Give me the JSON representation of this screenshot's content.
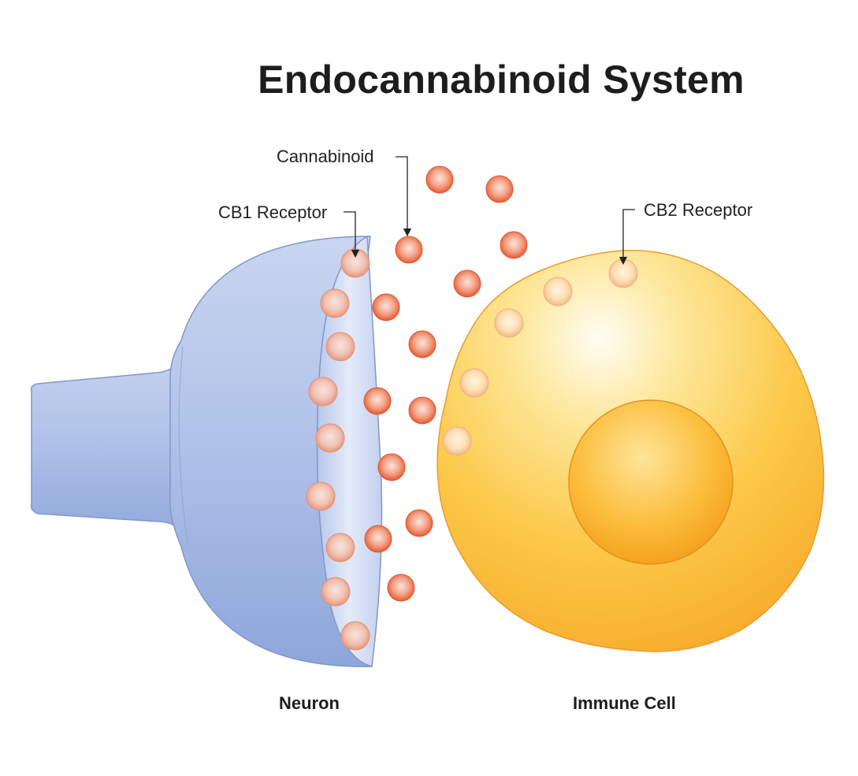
{
  "title": "Endocannabinoid System",
  "labels": {
    "cannabinoid": "Cannabinoid",
    "cb1_receptor": "CB1 Receptor",
    "cb2_receptor": "CB2 Receptor"
  },
  "captions": {
    "neuron": "Neuron",
    "immune_cell": "Immune Cell"
  },
  "colors": {
    "neuron_body": "#b9c8ea",
    "neuron_outline": "#7f98c9",
    "immune_cell": "#fbc232",
    "nucleus": "#f6a81f",
    "cannabinoid": "#ec6a45"
  }
}
